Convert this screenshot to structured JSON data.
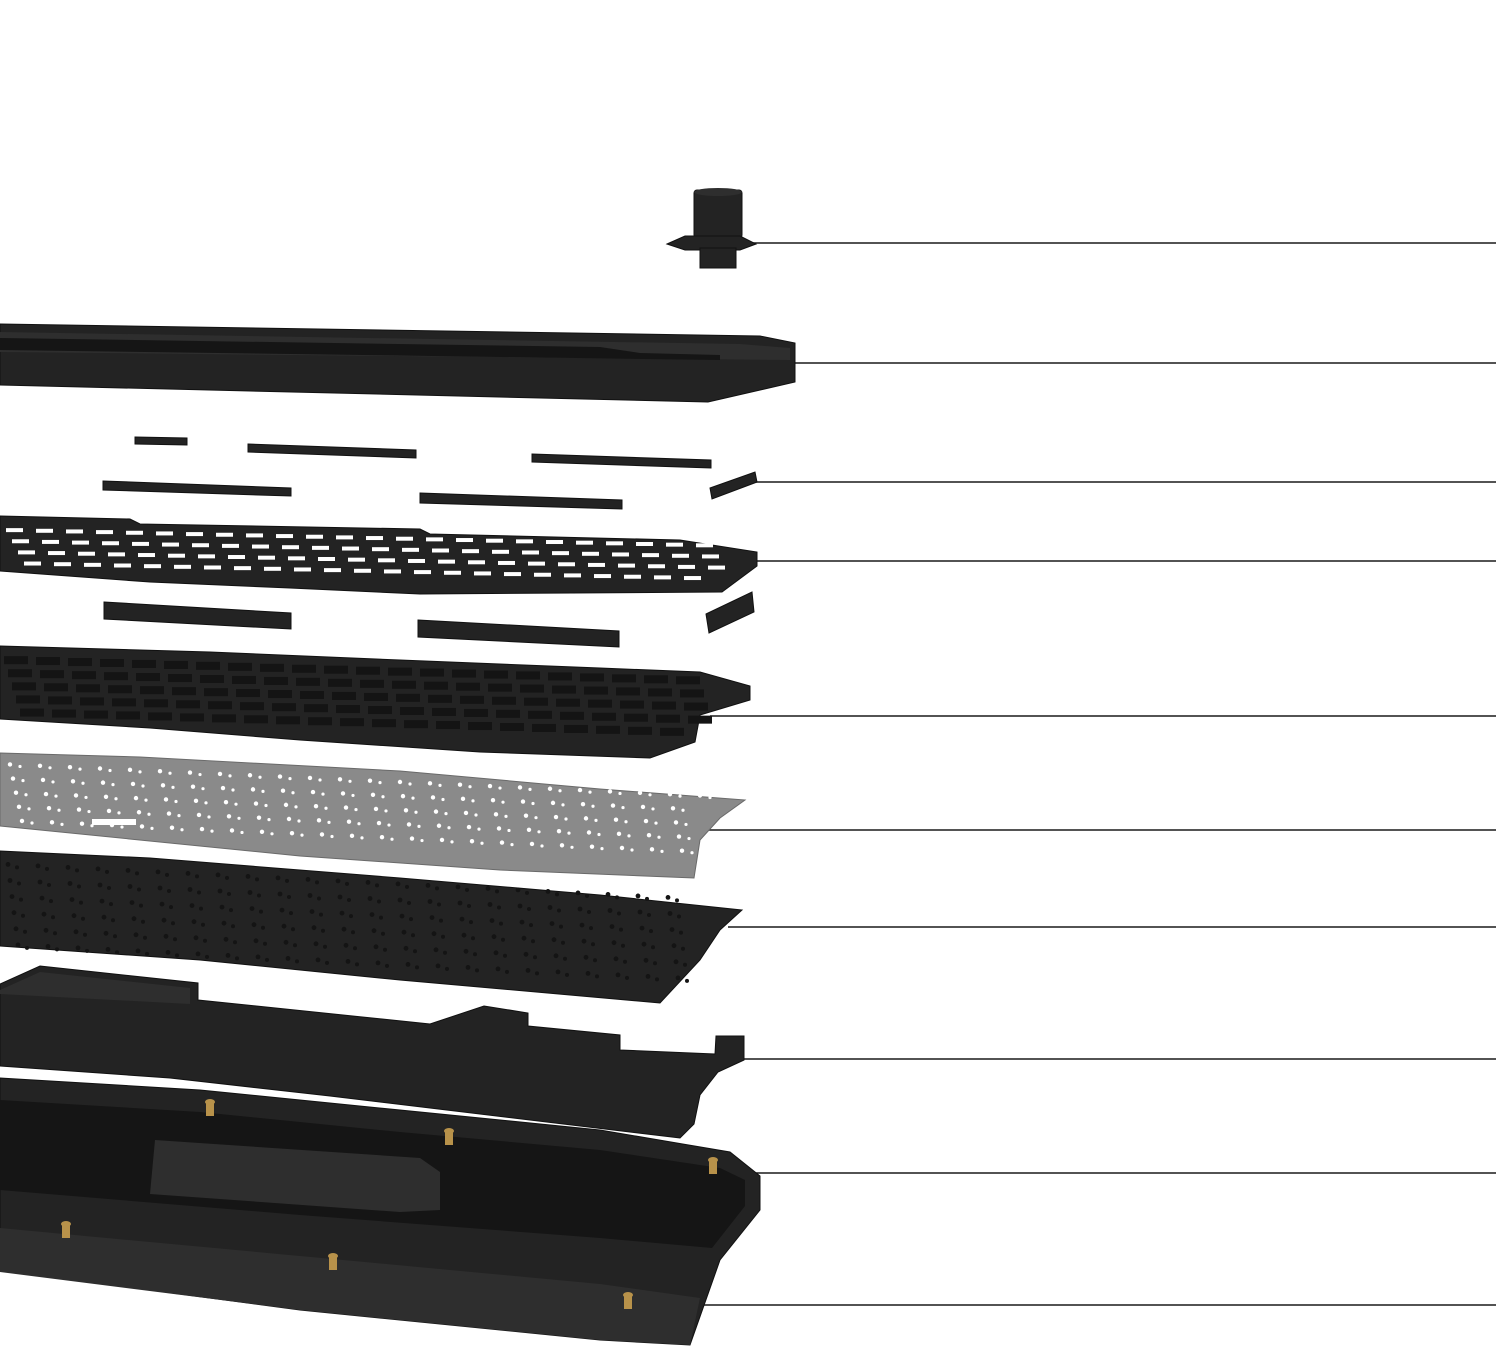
{
  "scene": {
    "subject": "keyboard-exploded-view",
    "colors": {
      "background": "#ffffff",
      "component": "#232323",
      "component_edge": "#111111",
      "component_top": "#2e2e2e",
      "pcb": "#8a8a8a",
      "pcb_edge": "#6a6a6a",
      "hole": "#ffffff",
      "hole_dark": "#141414",
      "brass": "#b8924a",
      "leader_line": "#1a1a1a"
    },
    "layers": [
      {
        "id": "knob",
        "name": "knob"
      },
      {
        "id": "top-case",
        "name": "top-case"
      },
      {
        "id": "upper-gaskets",
        "name": "upper-gaskets"
      },
      {
        "id": "switch-plate",
        "name": "switch-plate"
      },
      {
        "id": "lower-gaskets",
        "name": "lower-gaskets"
      },
      {
        "id": "plate-foam",
        "name": "plate-foam"
      },
      {
        "id": "pcb",
        "name": "pcb"
      },
      {
        "id": "pcb-foam",
        "name": "pcb-foam"
      },
      {
        "id": "case-foam",
        "name": "case-foam"
      },
      {
        "id": "bottom-case-interior",
        "name": "bottom-case-interior"
      },
      {
        "id": "bottom-case",
        "name": "bottom-case"
      }
    ]
  }
}
